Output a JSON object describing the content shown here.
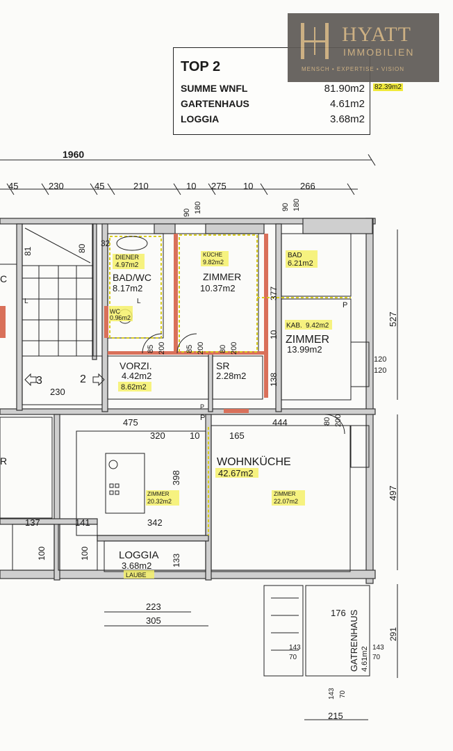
{
  "summary": {
    "title": "TOP 2",
    "rows": [
      {
        "label": "SUMME WNFL",
        "value": "81.90m2"
      },
      {
        "label": "GARTENHAUS",
        "value": "4.61m2"
      },
      {
        "label": "LOGGIA",
        "value": "3.68m2"
      }
    ],
    "extra_value": "82.39m2"
  },
  "logo": {
    "brand": "HYATT",
    "sub": "IMMOBILIEN",
    "tagline": "MENSCH • EXPERTISE • VISION"
  },
  "dimensions": {
    "total_width": "1960",
    "d45a": "45",
    "d230": "230",
    "d45b": "45",
    "d210": "210",
    "d10a": "10",
    "d275": "275",
    "d10b": "10",
    "d266": "266",
    "d90a": "90",
    "d180a": "180",
    "d90b": "90",
    "d180b": "180",
    "d81": "81",
    "d80": "80",
    "d32": "32",
    "d527": "527",
    "d120a": "120",
    "d120b": "120",
    "d377": "377",
    "d10c": "10",
    "d138": "138",
    "d85a": "85",
    "d200a": "200",
    "d85b": "85",
    "d200b": "200",
    "d80b": "80",
    "d200c": "200",
    "d230b": "230",
    "d475": "475",
    "d444": "444",
    "d320": "320",
    "d10d": "10",
    "d165": "165",
    "d80c": "80",
    "d200d": "200",
    "d398": "398",
    "d497": "497",
    "d137": "137",
    "d141": "141",
    "d342": "342",
    "d100a": "100",
    "d100b": "100",
    "d133": "133",
    "d223": "223",
    "d305": "305",
    "d176": "176",
    "d291": "291",
    "d143a": "143",
    "d70a": "70",
    "d143b": "143",
    "d70b": "70",
    "d143c": "143",
    "d70c": "70",
    "d215": "215"
  },
  "rooms": {
    "diener": {
      "name": "DIENER",
      "area": "4.97m2"
    },
    "bad_wc": {
      "name": "BAD/WC",
      "area": "8.17m2"
    },
    "wc": {
      "name": "WC",
      "area": "0.96m2"
    },
    "kuche": {
      "name": "KÜCHE",
      "area": "9.82m2"
    },
    "zimmer1": {
      "name": "ZIMMER",
      "area": "10.37m2"
    },
    "bad": {
      "name": "BAD",
      "area": "6.21m2"
    },
    "kab": {
      "name": "KAB.",
      "area": "9.42m2"
    },
    "zimmer2": {
      "name": "ZIMMER",
      "area": "13.99m2"
    },
    "vorzi": {
      "name": "VORZI.",
      "area": "4.42m2",
      "alt": "8.62m2"
    },
    "sr": {
      "name": "SR",
      "area": "2.28m2"
    },
    "wohnkuche": {
      "name": "WOHNKÜCHE",
      "area": "42.67m2"
    },
    "zimmer3": {
      "name": "ZIMMER",
      "area": "22.07m2"
    },
    "zimmer4": {
      "name": "ZIMMER",
      "area": "20.32m2"
    },
    "loggia": {
      "name": "LOGGIA",
      "area": "3.68m2",
      "alt": "LAUBE"
    },
    "gartenhaus": {
      "name": "GATRENHAUS",
      "area": "4.61m2"
    }
  },
  "markers": {
    "stair3": "3",
    "stair2": "2",
    "p1": "P",
    "p2": "P",
    "p3": "P",
    "l1": "L",
    "l2": "L",
    "c": "C",
    "r": "R"
  }
}
